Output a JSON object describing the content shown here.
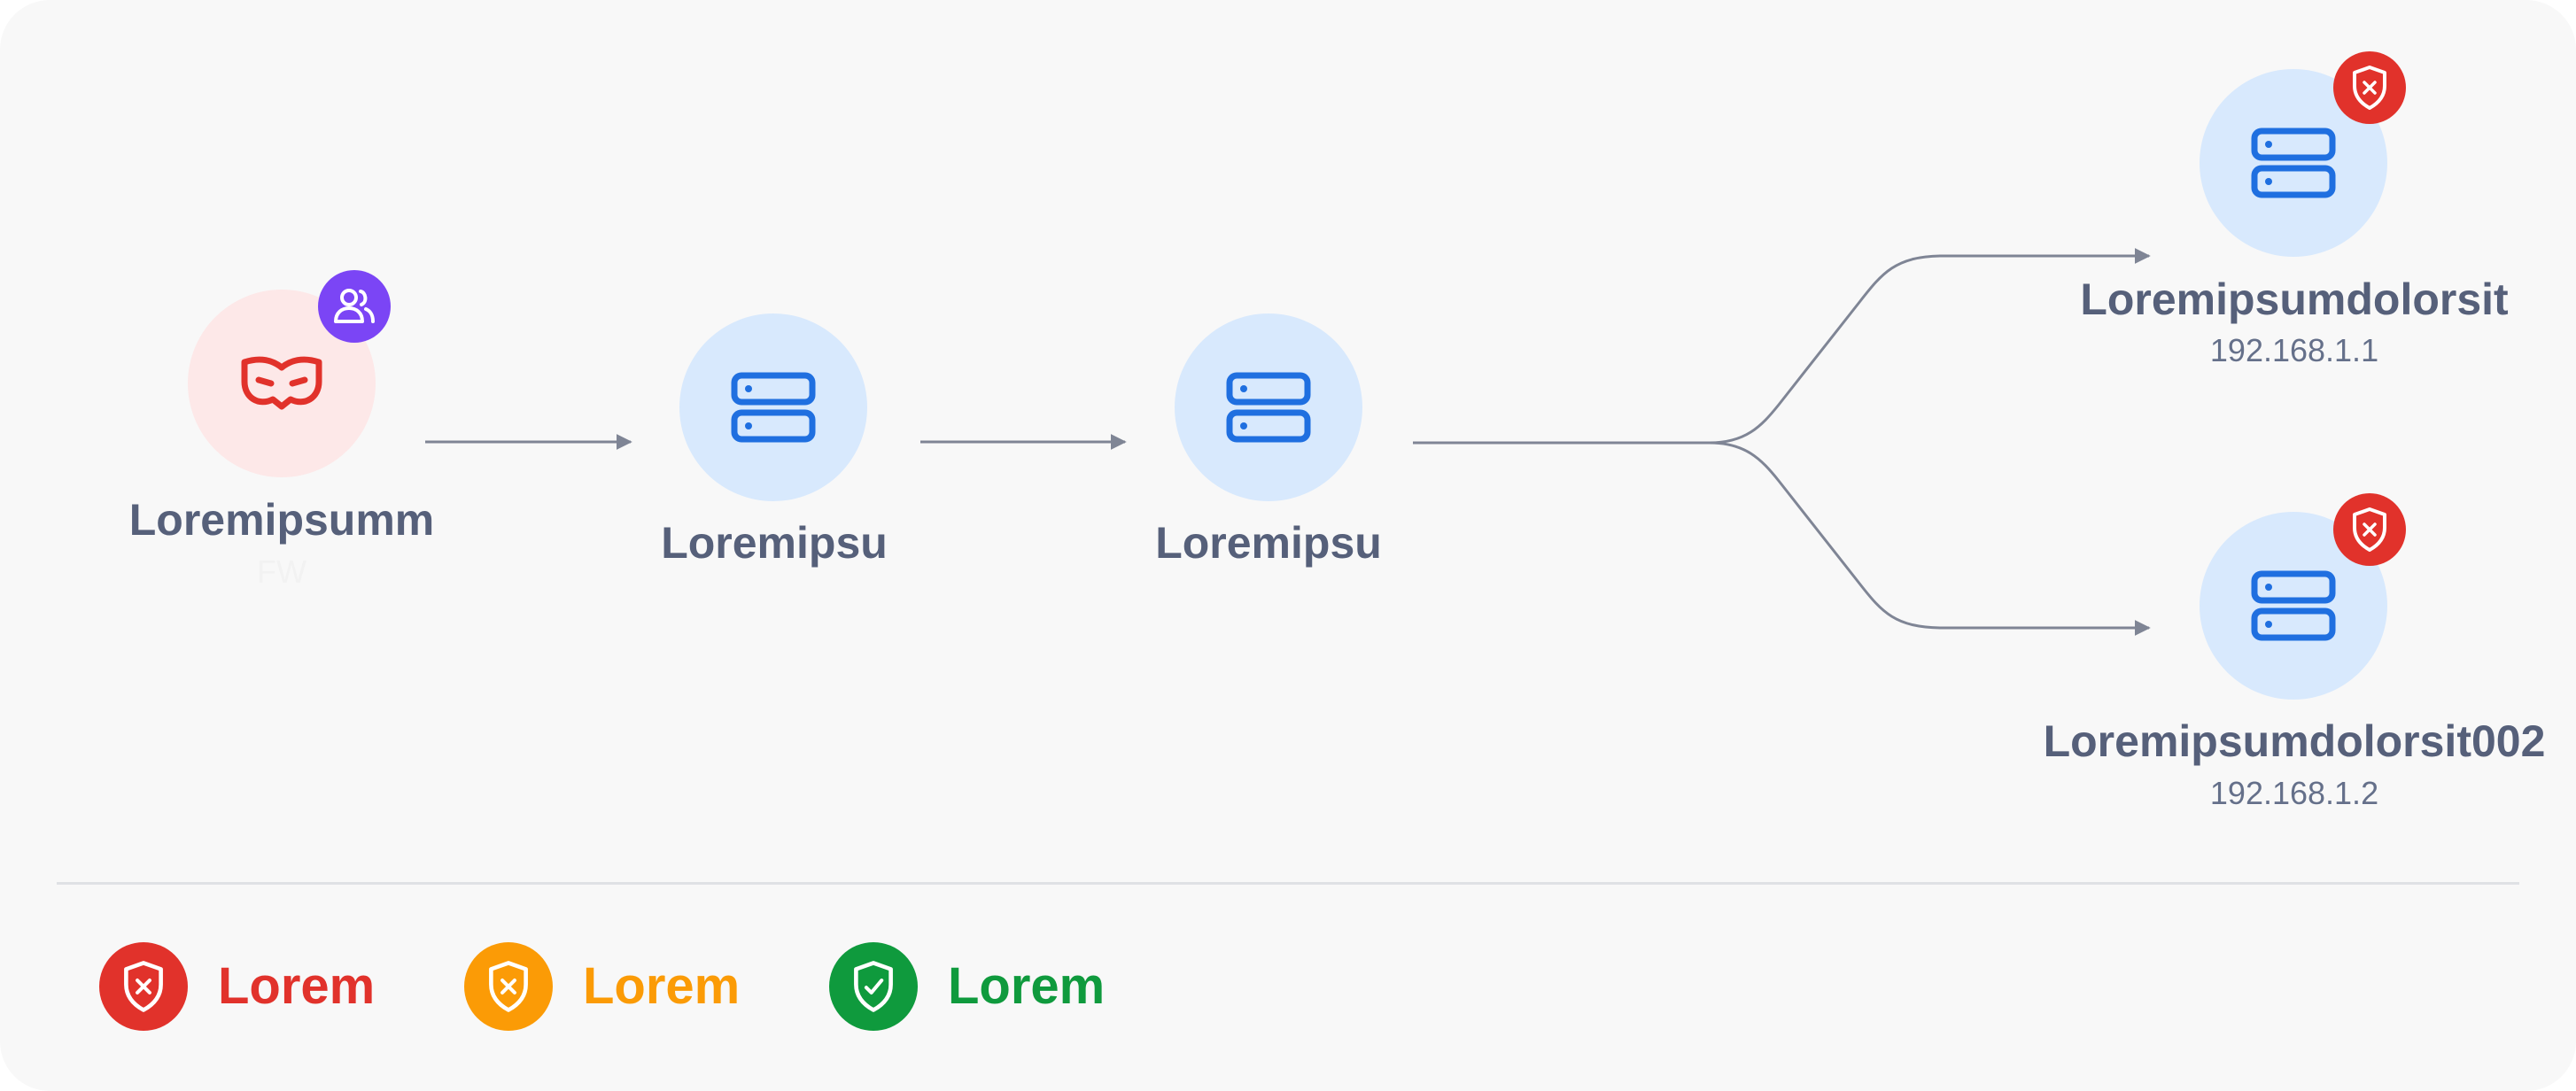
{
  "nodes": {
    "source": {
      "label": "Loremipsumm",
      "sub": "FW",
      "icon": "mask-icon",
      "badge_icon": "users-icon"
    },
    "hop1": {
      "label": "Loremipsu",
      "icon": "server-icon"
    },
    "hop2": {
      "label": "Loremipsu",
      "icon": "server-icon"
    },
    "target1": {
      "label": "Loremipsumdolorsit",
      "ip": "192.168.1.1",
      "icon": "server-icon",
      "badge_icon": "shield-x-icon"
    },
    "target2": {
      "label": "Loremipsumdolorsit002",
      "ip": "192.168.1.2",
      "icon": "server-icon",
      "badge_icon": "shield-x-icon"
    }
  },
  "legend": [
    {
      "label": "Lorem",
      "color": "#e1322b",
      "icon": "shield-x-icon"
    },
    {
      "label": "Lorem",
      "color": "#fb9b06",
      "icon": "shield-x-icon"
    },
    {
      "label": "Lorem",
      "color": "#0f9a3d",
      "icon": "shield-check-icon"
    }
  ],
  "colors": {
    "edge": "#7f8595",
    "node_blue": "#d8e9fd",
    "node_pink": "#fde8e8",
    "server_icon": "#1f6fe0",
    "mask_icon": "#e1322b",
    "badge_red": "#e1322b",
    "badge_purple": "#7b45f5",
    "label": "#56607a"
  }
}
